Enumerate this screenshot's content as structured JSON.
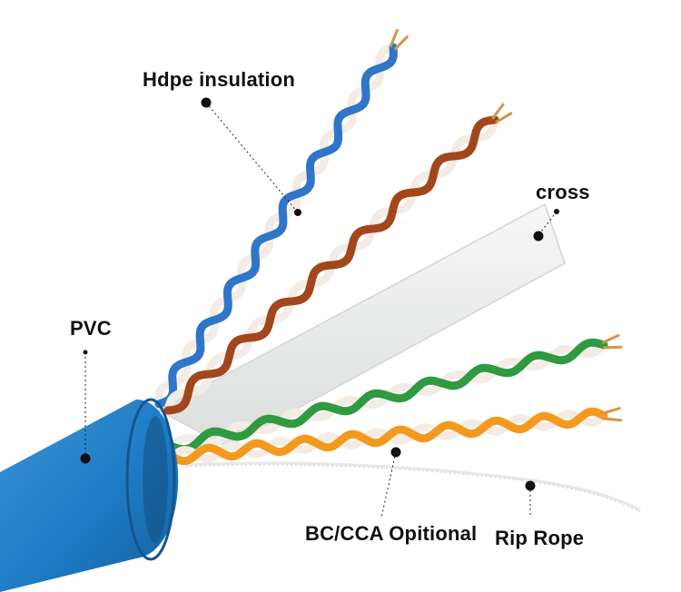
{
  "labels": {
    "hdpe": "Hdpe insulation",
    "cross": "cross",
    "pvc": "PVC",
    "conductor": "BC/CCA Opitional",
    "rip_rope": "Rip Rope"
  },
  "colors": {
    "jacket": "#1e7bc4",
    "blue_pair": "#2f76c9",
    "brown_pair": "#a2471c",
    "green_pair": "#2f9a40",
    "orange_pair": "#f39a1e",
    "stripe": "#f3ece4",
    "cross_filler": "#ecefed",
    "copper": "#d4954a"
  }
}
